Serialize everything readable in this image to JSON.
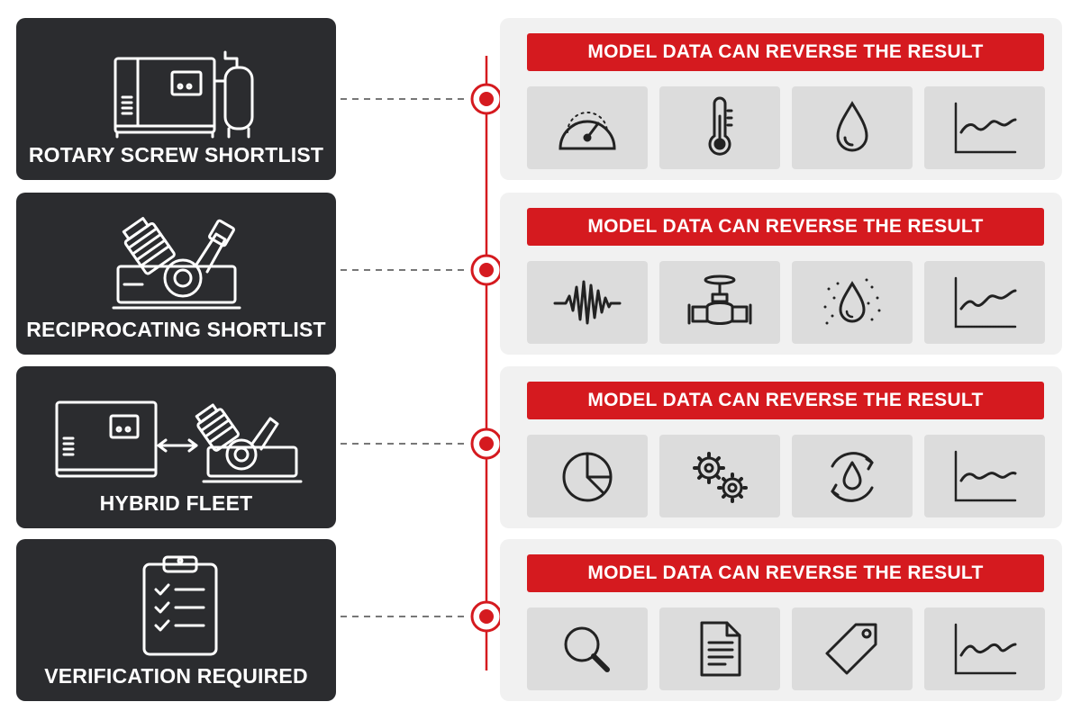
{
  "colors": {
    "accent": "#d51a1f",
    "card_bg": "#2b2c2f",
    "panel_bg": "#f1f1f1",
    "tile_bg": "#dcdcdc"
  },
  "rows": [
    {
      "label": "ROTARY SCREW SHORTLIST",
      "icon": "rotary-screw-compressor-icon",
      "banner": "MODEL DATA CAN REVERSE THE RESULT",
      "tiles": [
        "pressure-gauge-icon",
        "thermometer-icon",
        "water-drop-icon",
        "trend-chart-icon"
      ]
    },
    {
      "label": "RECIPROCATING SHORTLIST",
      "icon": "reciprocating-compressor-icon",
      "banner": "MODEL DATA CAN REVERSE THE RESULT",
      "tiles": [
        "vibration-wave-icon",
        "valve-pipe-icon",
        "moisture-drop-icon",
        "trend-chart-icon"
      ]
    },
    {
      "label": "HYBRID FLEET",
      "icon": "hybrid-fleet-icon",
      "banner": "MODEL DATA CAN REVERSE THE RESULT",
      "tiles": [
        "pie-chart-icon",
        "gears-icon",
        "recycle-drop-icon",
        "trend-chart-icon"
      ]
    },
    {
      "label": "VERIFICATION REQUIRED",
      "icon": "clipboard-checklist-icon",
      "banner": "MODEL DATA CAN REVERSE THE RESULT",
      "tiles": [
        "magnifier-icon",
        "document-icon",
        "price-tag-icon",
        "trend-chart-icon"
      ]
    }
  ]
}
